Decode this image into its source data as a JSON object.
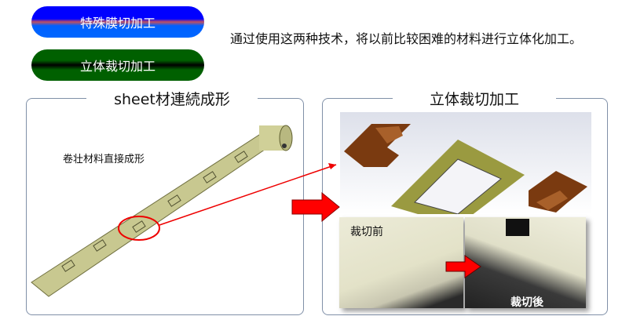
{
  "buttons": {
    "special_film": "特殊膜切加工",
    "3d_cutting": "立体裁切加工"
  },
  "description": "通过使用这两种技术，将以前比较困难的材料进行立体化加工。",
  "left_panel": {
    "title": "sheet材連続成形",
    "label": "卷壮材料直接成形"
  },
  "right_panel": {
    "title": "立体裁切加工",
    "before_label": "裁切前",
    "after_label": "裁切後"
  },
  "colors": {
    "arrow": "#ff0000",
    "blue_pill": "#0000ff",
    "green_pill": "#006000",
    "strip": "#c8c890"
  }
}
